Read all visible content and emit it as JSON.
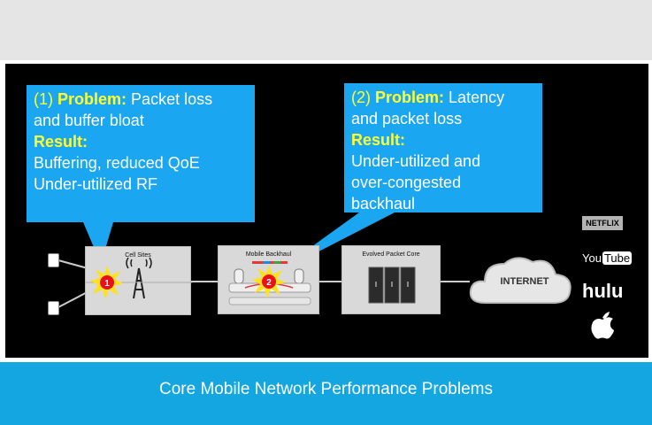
{
  "callout1": {
    "num": "(1)",
    "problem_label": "Problem:",
    "problem_text": "Packet loss",
    "problem_text2": "and buffer bloat",
    "result_label": "Result:",
    "result_lines": [
      "Buffering, reduced QoE",
      "Under-utilized RF"
    ]
  },
  "callout2": {
    "num": "(2)",
    "problem_label": "Problem:",
    "problem_text": "Latency",
    "problem_text2": "and packet loss",
    "result_label": "Result:",
    "result_lines": [
      "Under-utilized and",
      "over-congested",
      "backhaul"
    ]
  },
  "nodes": {
    "cell_sites": "Cell Sites",
    "mobile_backhaul": "Mobile Backhaul",
    "packet_core": "Evolved Packet Core",
    "internet": "INTERNET"
  },
  "markers": [
    "1",
    "2"
  ],
  "logos": {
    "netflix": "NETFLIX",
    "youtube_you": "You",
    "youtube_tube": "Tube",
    "hulu": "hulu",
    "apple": "apple-logo"
  },
  "caption": "Core Mobile Network Performance Problems",
  "colors": {
    "callout_bg": "#1aa6f0",
    "highlight": "#ffff33",
    "caption_bg": "#13a6e0",
    "marker_red": "#e8101a",
    "burst_yellow": "#ffe21a"
  }
}
